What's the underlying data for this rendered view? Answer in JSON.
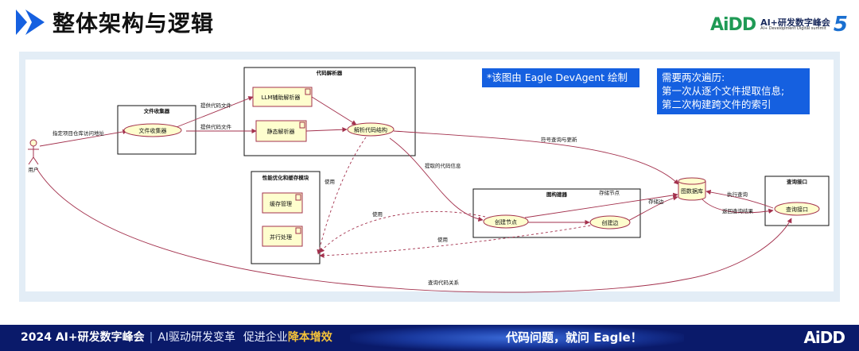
{
  "header": {
    "title": "整体架构与逻辑",
    "brand_logo": "AiDD",
    "brand_main": "AI+研发数字峰会",
    "brand_sub": "AI+ Development Digital summit",
    "brand_number": "5"
  },
  "notes": {
    "devagent": "*该图由 Eagle DevAgent 绘制",
    "lines": [
      "需要两次遍历:",
      "第一次从逐个文件提取信息;",
      "第二次构建跨文件的索引"
    ]
  },
  "diagram": {
    "actor": "用户",
    "packages": {
      "file_collector": "文件收集器",
      "code_parser": "代码解析器",
      "perf": "性能优化和缓存模块",
      "graph_builder": "图构建器",
      "query_interface": "查询接口"
    },
    "nodes": {
      "file_collector": "文件收集器",
      "llm_parser": "LLM辅助解析器",
      "static_parser": "静态解析器",
      "parse_structure": "解析代码结构",
      "cache_mgmt": "缓存管理",
      "parallel": "并行处理",
      "create_node": "创建节点",
      "create_edge": "创建边",
      "graph_db": "图数据库",
      "query_interface": "查询接口"
    },
    "edges": {
      "specify_repo": "指定项目仓库访问地址",
      "provide_file_1": "提供代码文件",
      "provide_file_2": "提供代码文件",
      "symbol_query": "符号查询与更新",
      "extracted_info": "提取的代码信息",
      "use_1": "使用",
      "use_2": "使用",
      "use_3": "使用",
      "store_node": "存储节点",
      "store_edge": "存储边",
      "exec_query": "执行查询",
      "return_result": "返回查询结果",
      "query_relation": "查询代码关系"
    }
  },
  "footer": {
    "event": "2024 AI+研发数字峰会",
    "separator": "|",
    "slogan_a": "AI驱动研发变革",
    "slogan_b": "促进企业",
    "slogan_c": "降本增效",
    "tagline": "代码问题，就问 Eagle！",
    "logo": "AiDD"
  },
  "colors": {
    "accent_blue": "#1560e0",
    "arrow": "#a3314d",
    "node_fill": "#fefece",
    "footer_bg": "#0a1a6a"
  }
}
